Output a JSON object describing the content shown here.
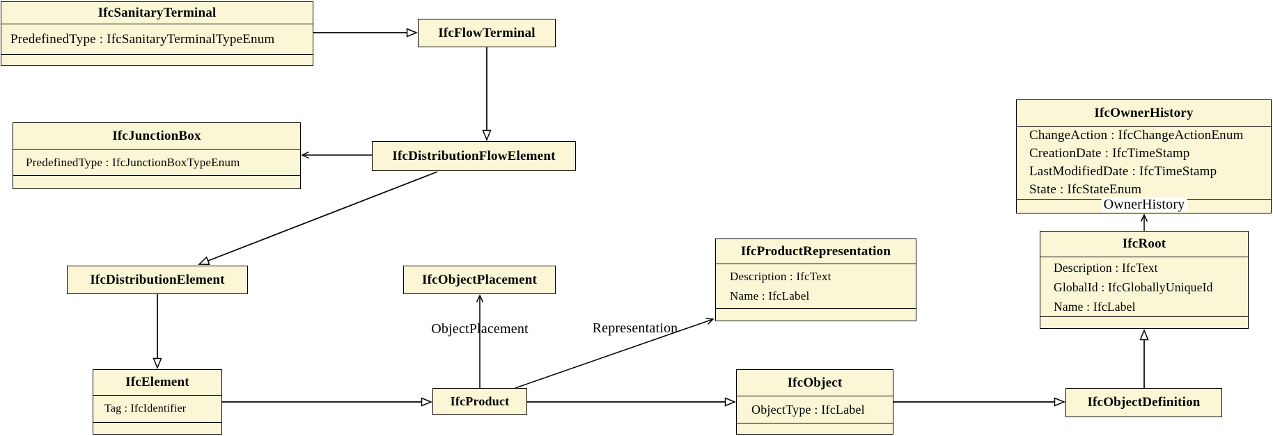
{
  "diagram_type": "UML class diagram (IFC schema)",
  "colors": {
    "box_fill": "#FBF7D6",
    "box_border": "#000000",
    "background": "#FFFFFF",
    "text": "#000000"
  },
  "classes": [
    {
      "name": "IfcSanitaryTerminal",
      "attributes": [
        "PredefinedType : IfcSanitaryTerminalTypeEnum"
      ]
    },
    {
      "name": "IfcFlowTerminal",
      "attributes": []
    },
    {
      "name": "IfcJunctionBox",
      "attributes": [
        "PredefinedType : IfcJunctionBoxTypeEnum"
      ]
    },
    {
      "name": "IfcDistributionFlowElement",
      "attributes": []
    },
    {
      "name": "IfcDistributionElement",
      "attributes": []
    },
    {
      "name": "IfcObjectPlacement",
      "attributes": []
    },
    {
      "name": "IfcProductRepresentation",
      "attributes": [
        "Description : IfcText",
        "Name : IfcLabel"
      ]
    },
    {
      "name": "IfcOwnerHistory",
      "attributes": [
        "ChangeAction : IfcChangeActionEnum",
        "CreationDate : IfcTimeStamp",
        "LastModifiedDate : IfcTimeStamp",
        "State : IfcStateEnum"
      ]
    },
    {
      "name": "IfcRoot",
      "attributes": [
        "Description : IfcText",
        "GlobalId : IfcGloballyUniqueId",
        "Name : IfcLabel"
      ]
    },
    {
      "name": "IfcElement",
      "attributes": [
        "Tag : IfcIdentifier"
      ]
    },
    {
      "name": "IfcProduct",
      "attributes": []
    },
    {
      "name": "IfcObject",
      "attributes": [
        "ObjectType : IfcLabel"
      ]
    },
    {
      "name": "IfcObjectDefinition",
      "attributes": []
    }
  ],
  "edge_labels": {
    "object_placement": "ObjectPlacement",
    "representation": "Representation",
    "owner_history": "OwnerHistory"
  },
  "relationships": [
    {
      "from": "IfcSanitaryTerminal",
      "to": "IfcFlowTerminal",
      "type": "generalization"
    },
    {
      "from": "IfcFlowTerminal",
      "to": "IfcDistributionFlowElement",
      "type": "generalization"
    },
    {
      "from": "IfcDistributionFlowElement",
      "to": "IfcJunctionBox",
      "type": "association"
    },
    {
      "from": "IfcDistributionFlowElement",
      "to": "IfcDistributionElement",
      "type": "generalization"
    },
    {
      "from": "IfcDistributionElement",
      "to": "IfcElement",
      "type": "generalization"
    },
    {
      "from": "IfcElement",
      "to": "IfcProduct",
      "type": "generalization"
    },
    {
      "from": "IfcProduct",
      "to": "IfcObjectPlacement",
      "type": "association",
      "label": "ObjectPlacement"
    },
    {
      "from": "IfcProduct",
      "to": "IfcProductRepresentation",
      "type": "association",
      "label": "Representation"
    },
    {
      "from": "IfcProduct",
      "to": "IfcObject",
      "type": "generalization"
    },
    {
      "from": "IfcObject",
      "to": "IfcObjectDefinition",
      "type": "generalization"
    },
    {
      "from": "IfcObjectDefinition",
      "to": "IfcRoot",
      "type": "generalization"
    },
    {
      "from": "IfcRoot",
      "to": "IfcOwnerHistory",
      "type": "association",
      "label": "OwnerHistory"
    }
  ]
}
